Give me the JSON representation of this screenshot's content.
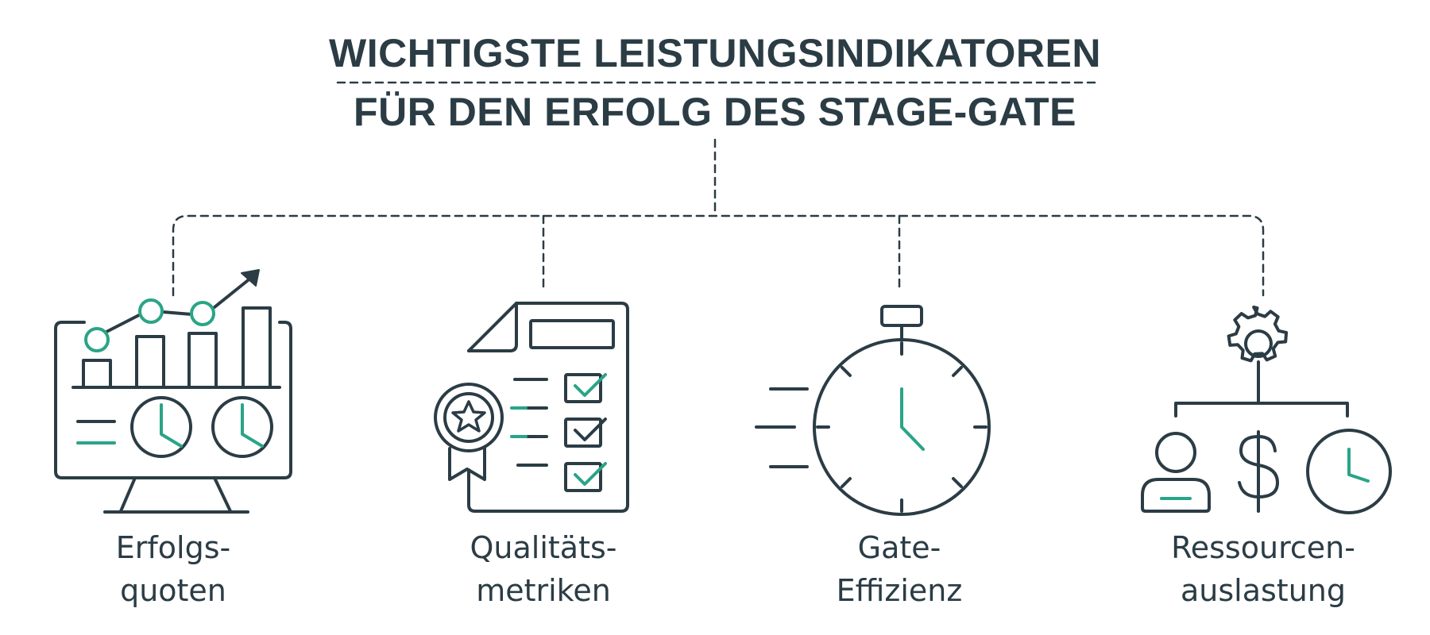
{
  "title": {
    "line1": "WICHTIGSTE LEISTUNGSINDIKATOREN",
    "line2": "FÜR DEN ERFOLG DES STAGE-GATE"
  },
  "kpis": [
    {
      "line1": "Erfolgs-",
      "line2": "quoten",
      "icon": "monitor-chart-icon"
    },
    {
      "line1": "Qualitäts-",
      "line2": "metriken",
      "icon": "checklist-award-icon"
    },
    {
      "line1": "Gate-",
      "line2": "Effizienz",
      "icon": "stopwatch-icon"
    },
    {
      "line1": "Ressourcen-",
      "line2": "auslastung",
      "icon": "resource-allocation-icon"
    }
  ],
  "colors": {
    "dark": "#2b3c45",
    "accent": "#2aa487"
  }
}
